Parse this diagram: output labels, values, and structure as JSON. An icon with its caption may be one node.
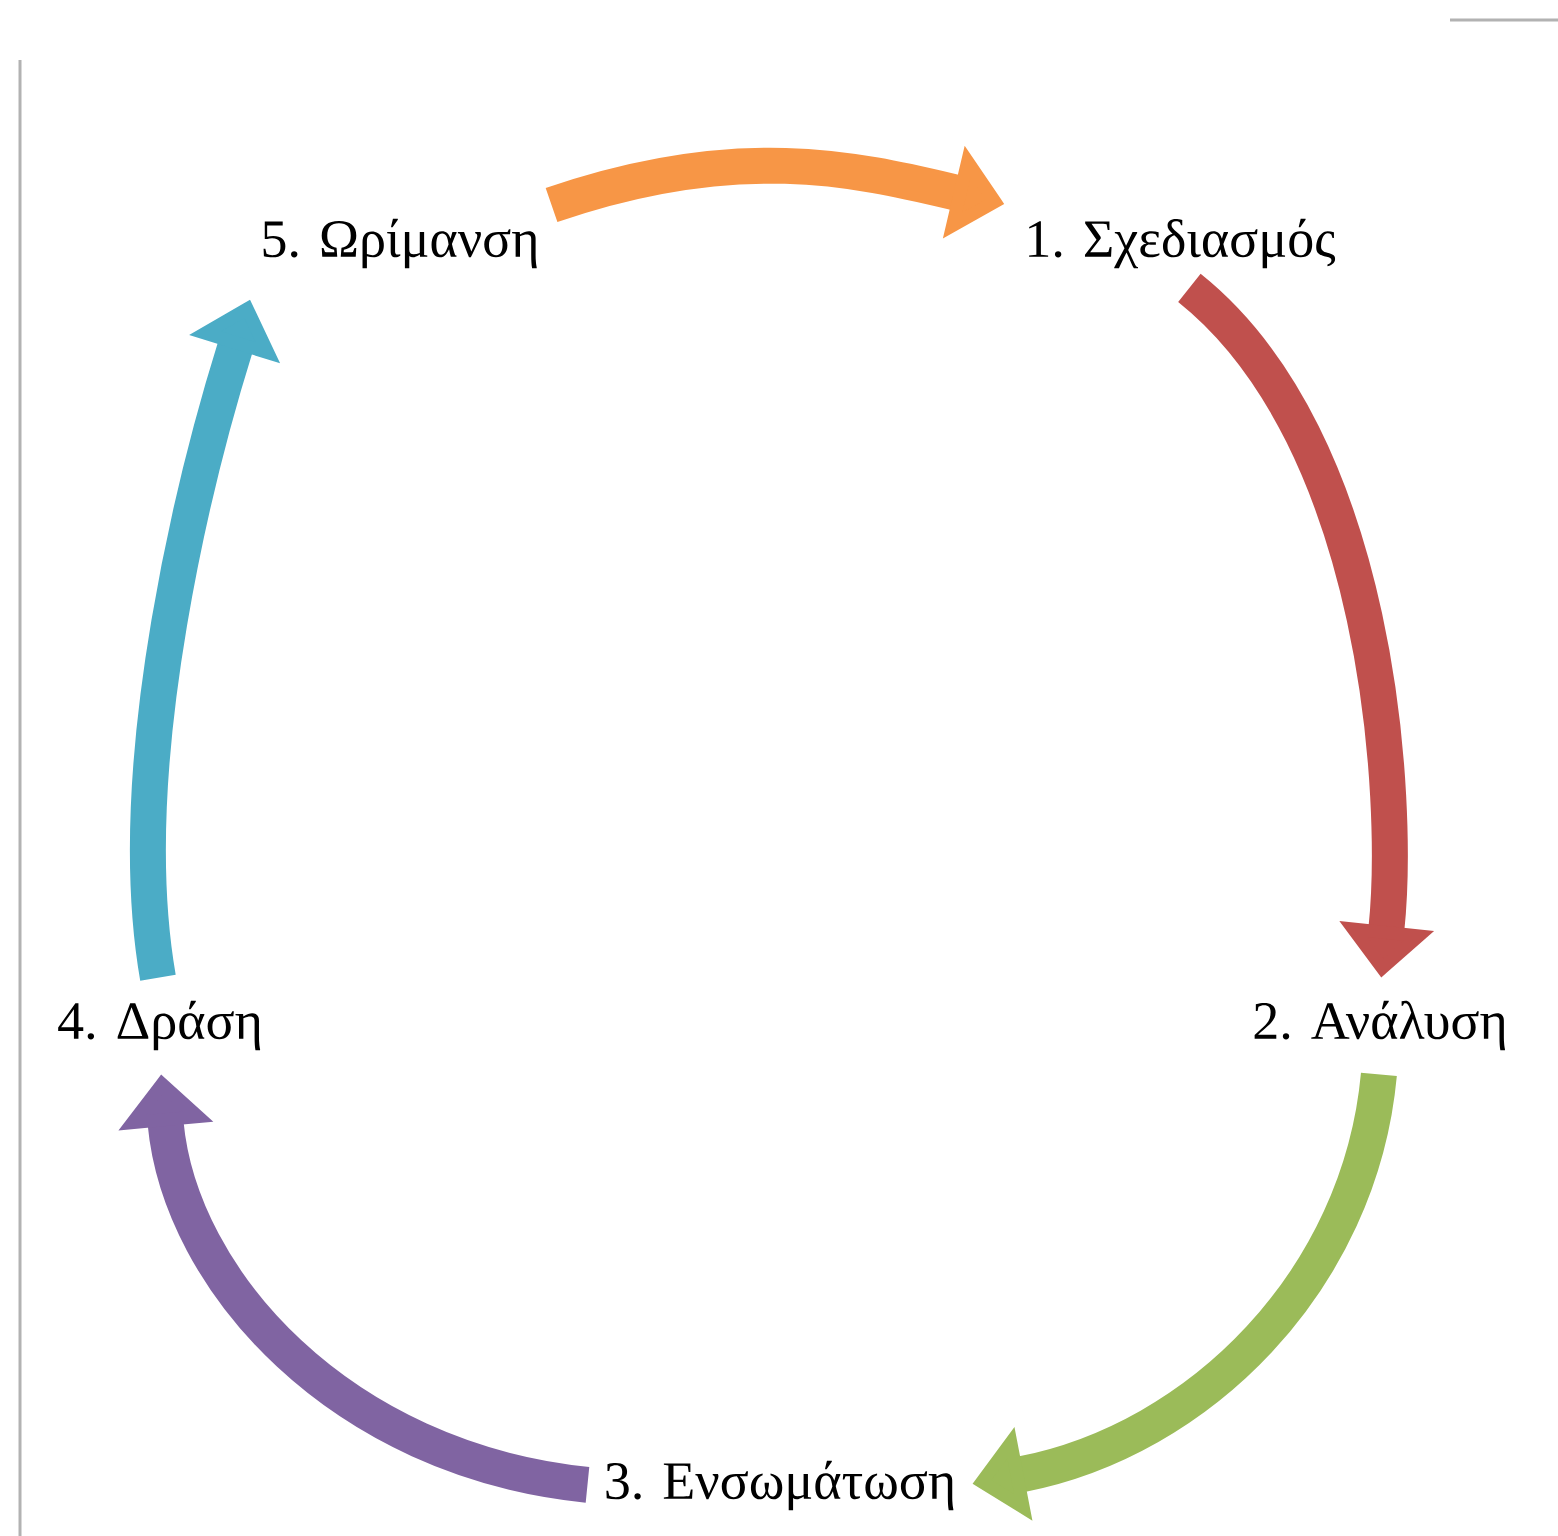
{
  "diagram": {
    "nodes": [
      {
        "text": [
          "5. Ωρίμανση"
        ]
      },
      {
        "text": [
          "1. Σχεδιασμός"
        ]
      },
      {
        "text": [
          "4. Δράση"
        ]
      },
      {
        "text": [
          "2. Ανάλυση"
        ]
      },
      {
        "text": [
          "3. Ενσωμάτωση"
        ]
      }
    ],
    "edges": [
      {
        "from": 0,
        "to": 1,
        "arrow": "to",
        "color": "#f79646"
      },
      {
        "from": 1,
        "to": 3,
        "arrow": "to",
        "color": "#c0504d"
      },
      {
        "from": 3,
        "to": 4,
        "arrow": "to",
        "color": "#9bbb59"
      },
      {
        "from": 4,
        "to": 2,
        "arrow": "to",
        "color": "#8064a2"
      },
      {
        "from": 2,
        "to": 0,
        "arrow": "to",
        "color": "#4bacc6"
      }
    ]
  }
}
